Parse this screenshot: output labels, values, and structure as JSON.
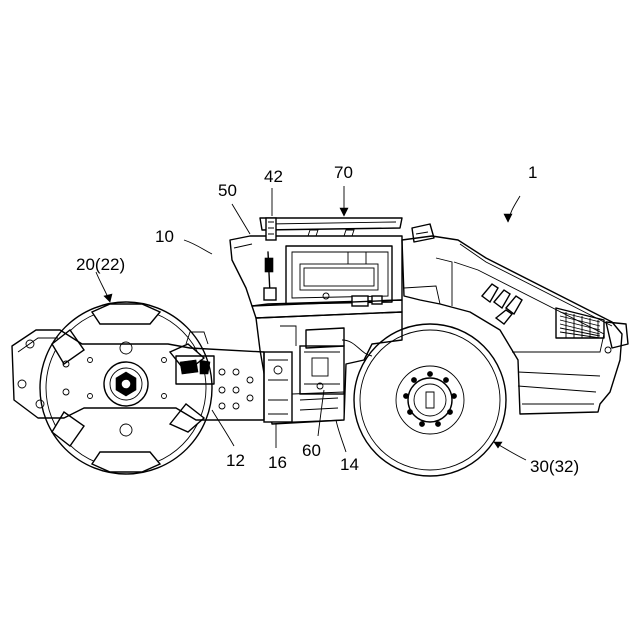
{
  "reference_numerals": {
    "machine": "1",
    "body": "10",
    "frame": "12",
    "part_14": "14",
    "part_16": "16",
    "front_drum": "20(22)",
    "rear_wheel": "30(32)",
    "part_42": "42",
    "part_50": "50",
    "part_60": "60",
    "part_70": "70"
  }
}
